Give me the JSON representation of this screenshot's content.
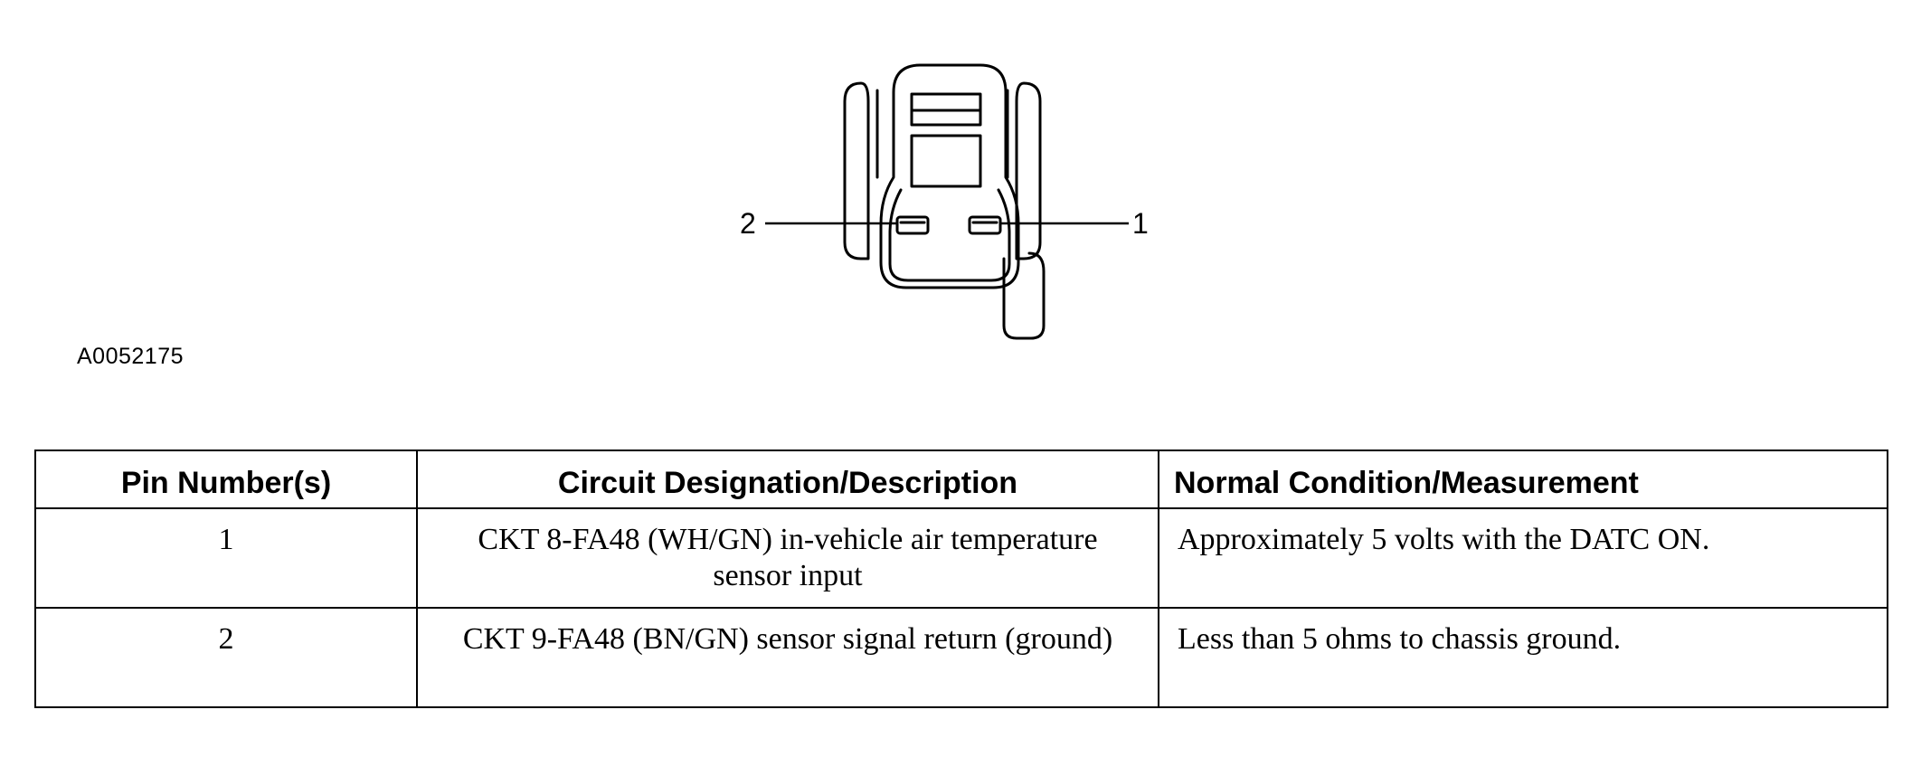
{
  "figure": {
    "id_label": "A0052175",
    "pin_labels": {
      "left": "2",
      "right": "1"
    }
  },
  "table": {
    "headers": [
      "Pin Number(s)",
      "Circuit Designation/Description",
      "Normal Condition/Measurement"
    ],
    "rows": [
      {
        "pin": "1",
        "circuit": "CKT 8-FA48 (WH/GN) in-vehicle air temperature sensor input",
        "condition": "Approximately 5 volts with the DATC ON."
      },
      {
        "pin": "2",
        "circuit": "CKT 9-FA48 (BN/GN) sensor signal return (ground)",
        "condition": "Less than 5 ohms to chassis ground."
      }
    ]
  }
}
